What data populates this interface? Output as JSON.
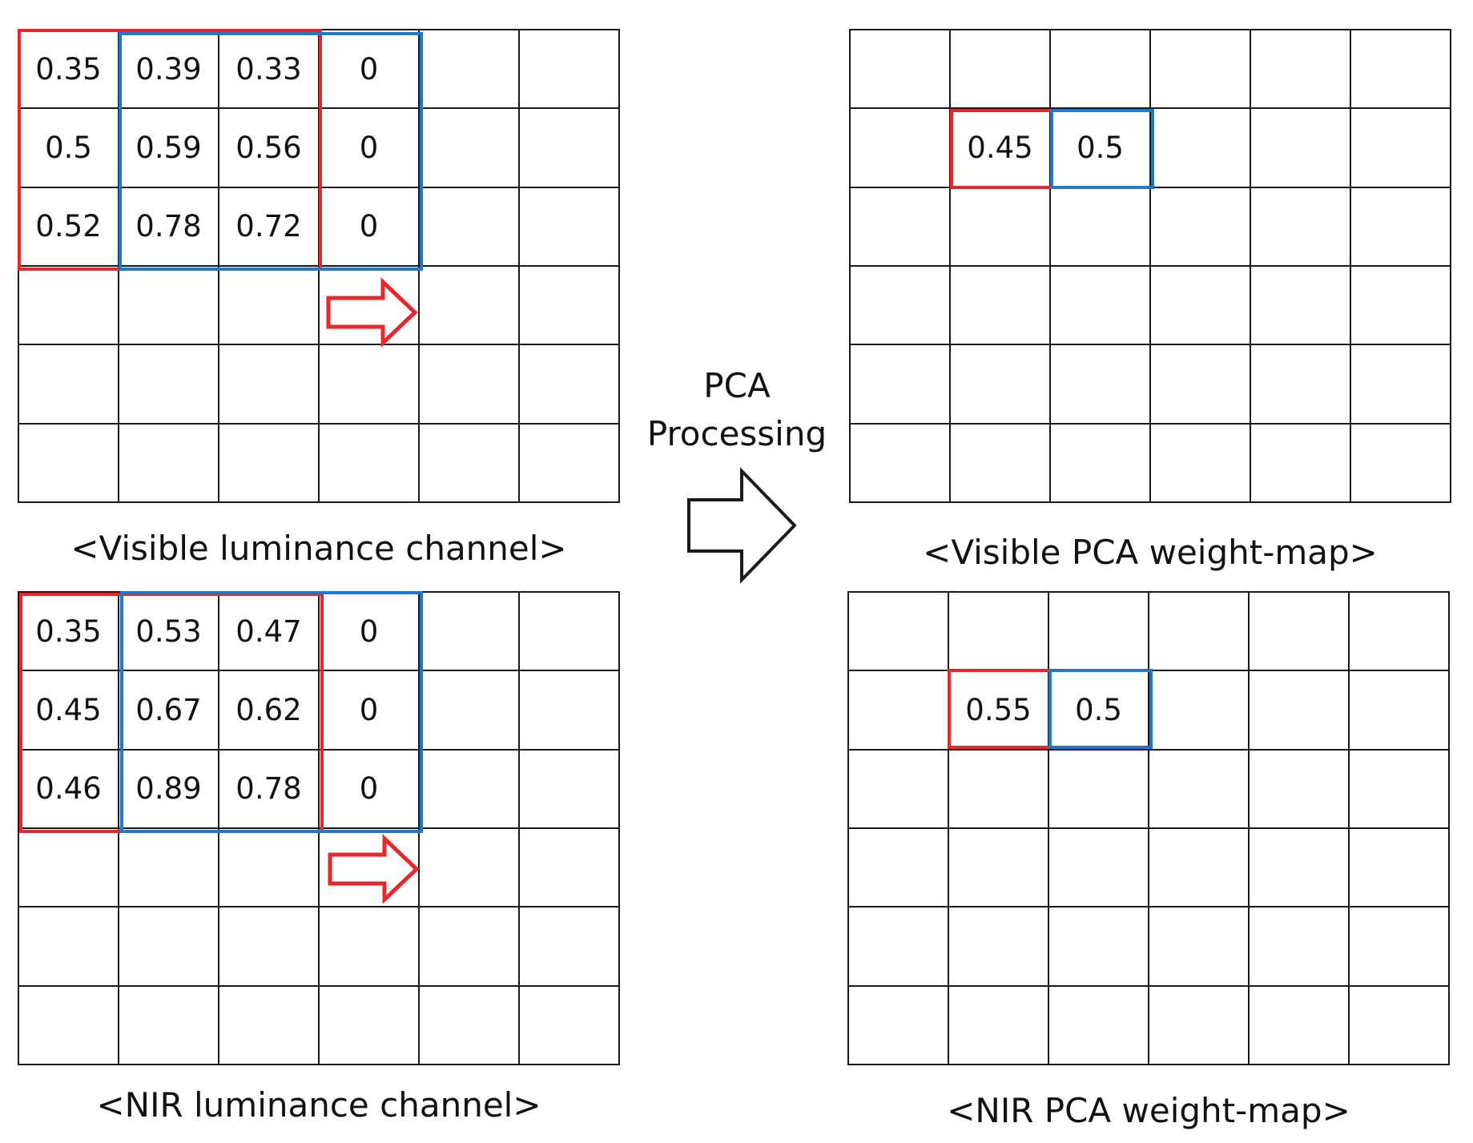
{
  "panels": {
    "visible_luminance": {
      "caption": "<Visible luminance channel>",
      "cells": [
        [
          "0.35",
          "0.39",
          "0.33",
          "0",
          "",
          ""
        ],
        [
          "0.5",
          "0.59",
          "0.56",
          "0",
          "",
          ""
        ],
        [
          "0.52",
          "0.78",
          "0.72",
          "0",
          "",
          ""
        ],
        [
          "",
          "",
          "",
          "",
          "",
          ""
        ],
        [
          "",
          "",
          "",
          "",
          "",
          ""
        ],
        [
          "",
          "",
          "",
          "",
          "",
          ""
        ]
      ]
    },
    "nir_luminance": {
      "caption": "<NIR luminance channel>",
      "cells": [
        [
          "0.35",
          "0.53",
          "0.47",
          "0",
          "",
          ""
        ],
        [
          "0.45",
          "0.67",
          "0.62",
          "0",
          "",
          ""
        ],
        [
          "0.46",
          "0.89",
          "0.78",
          "0",
          "",
          ""
        ],
        [
          "",
          "",
          "",
          "",
          "",
          ""
        ],
        [
          "",
          "",
          "",
          "",
          "",
          ""
        ],
        [
          "",
          "",
          "",
          "",
          "",
          ""
        ]
      ]
    },
    "visible_weight_map": {
      "caption": "<Visible PCA weight-map>",
      "cells": [
        [
          "",
          "",
          "",
          "",
          "",
          ""
        ],
        [
          "",
          "0.45",
          "0.5",
          "",
          "",
          ""
        ],
        [
          "",
          "",
          "",
          "",
          "",
          ""
        ],
        [
          "",
          "",
          "",
          "",
          "",
          ""
        ],
        [
          "",
          "",
          "",
          "",
          "",
          ""
        ],
        [
          "",
          "",
          "",
          "",
          "",
          ""
        ]
      ]
    },
    "nir_weight_map": {
      "caption": "<NIR PCA weight-map>",
      "cells": [
        [
          "",
          "",
          "",
          "",
          "",
          ""
        ],
        [
          "",
          "0.55",
          "0.5",
          "",
          "",
          ""
        ],
        [
          "",
          "",
          "",
          "",
          "",
          ""
        ],
        [
          "",
          "",
          "",
          "",
          "",
          ""
        ],
        [
          "",
          "",
          "",
          "",
          "",
          ""
        ],
        [
          "",
          "",
          "",
          "",
          "",
          ""
        ]
      ]
    }
  },
  "process": {
    "line1": "PCA",
    "line2": "Processing"
  },
  "colors": {
    "window_a": "#e8262b",
    "window_b": "#1f78c8",
    "grid": "#1a1a1a"
  }
}
